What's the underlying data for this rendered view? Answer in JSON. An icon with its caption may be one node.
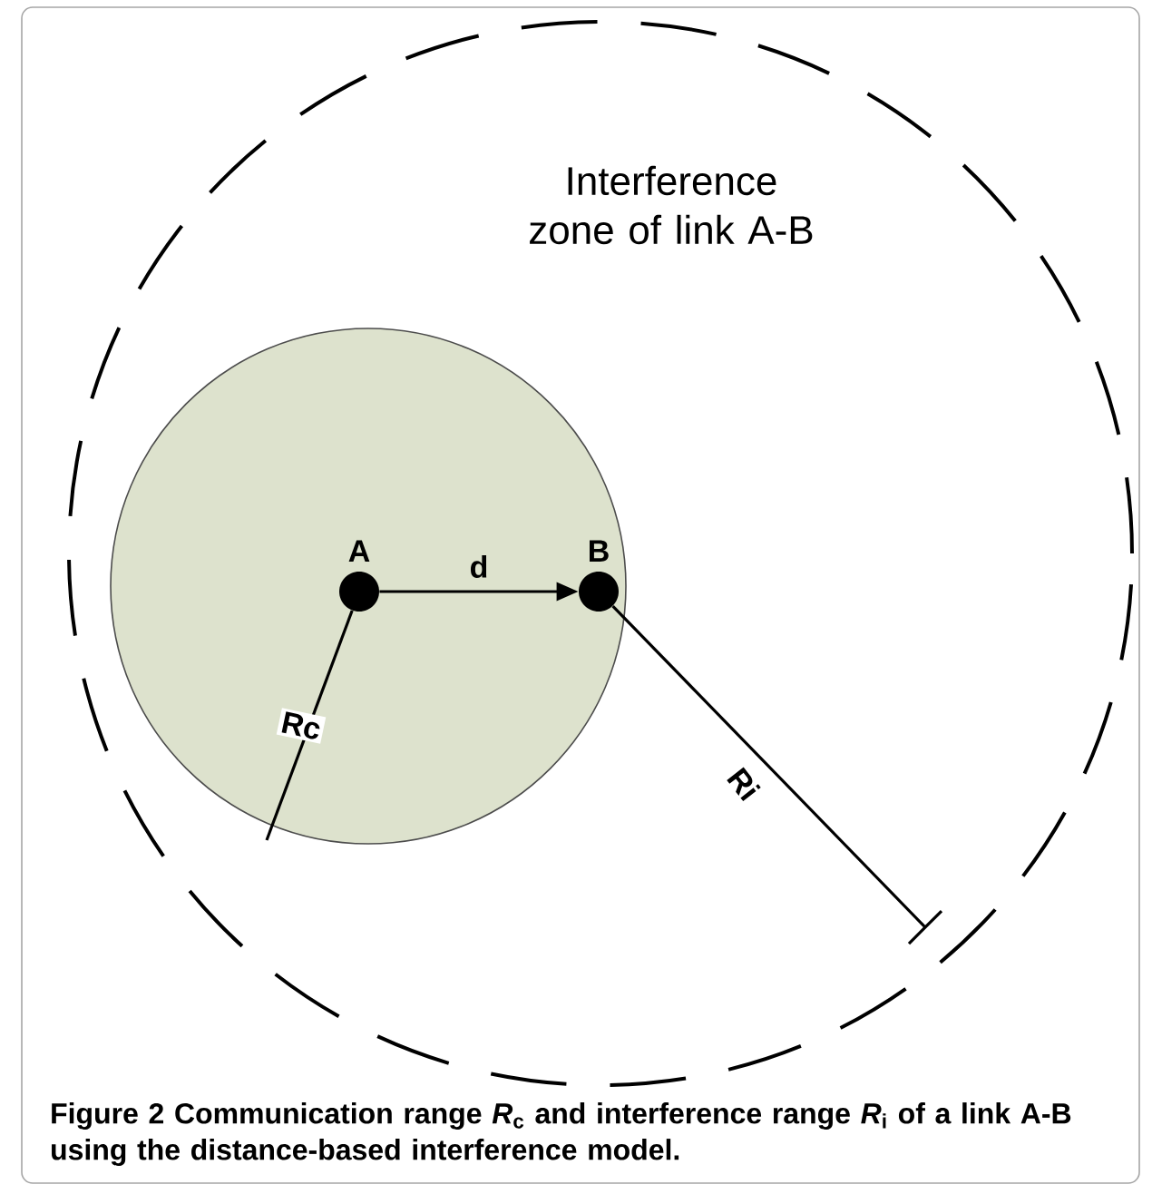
{
  "diagram": {
    "caption": "Figure 2 Communication range *R*$_{c}$ and interference range *R*$_{i}$ of a link A-B using the distance-based interference model.",
    "nodes": [
      {
        "text": [
          "Interference zone of link A-B"
        ]
      },
      {
        "text": [],
        "shape": "circle",
        "in": 0
      },
      {
        "text": [],
        "shape": "circle",
        "in": 1,
        "beside": [
          "A"
        ]
      },
      {
        "text": [],
        "shape": "circle",
        "in": 1,
        "beside": [
          "B"
        ]
      }
    ],
    "edges": [
      {
        "from": 2,
        "to": 3,
        "arrow": "to",
        "label": "d"
      }
    ],
    "labels": [
      "Rc",
      "Ri"
    ]
  }
}
